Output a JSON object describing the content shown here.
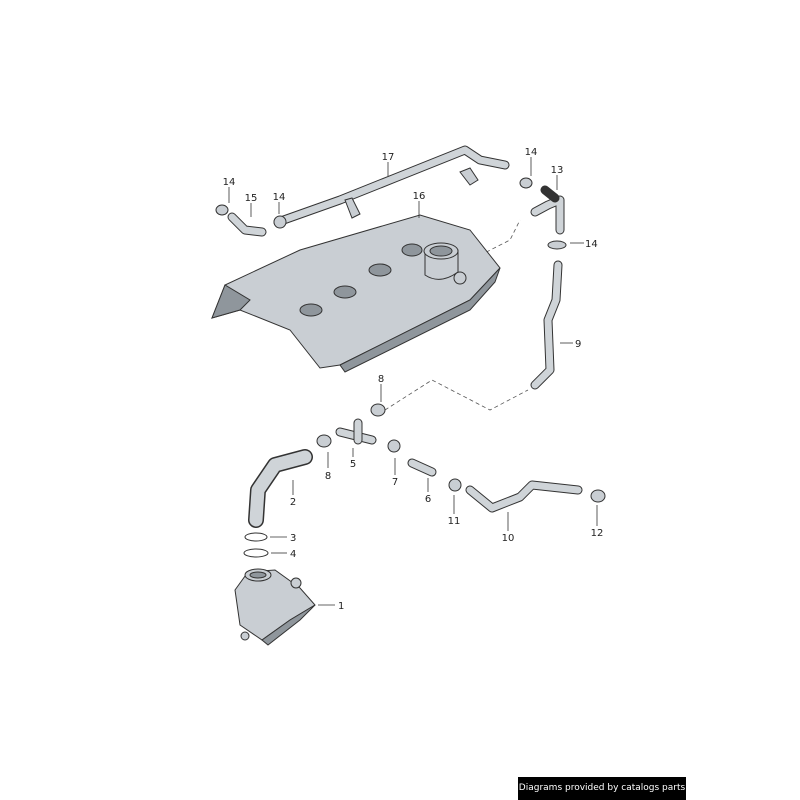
{
  "callouts": {
    "c17": "17",
    "c14a": "14",
    "c15": "15",
    "c14b": "14",
    "c16": "16",
    "c14c": "14",
    "c13": "13",
    "c14d": "14",
    "c9": "9",
    "c8a": "8",
    "c5": "5",
    "c8b": "8",
    "c7": "7",
    "c6": "6",
    "c2": "2",
    "c11": "11",
    "c10": "10",
    "c12": "12",
    "c3": "3",
    "c4": "4",
    "c1": "1"
  },
  "credit": "Diagrams provided by catalogs parts"
}
